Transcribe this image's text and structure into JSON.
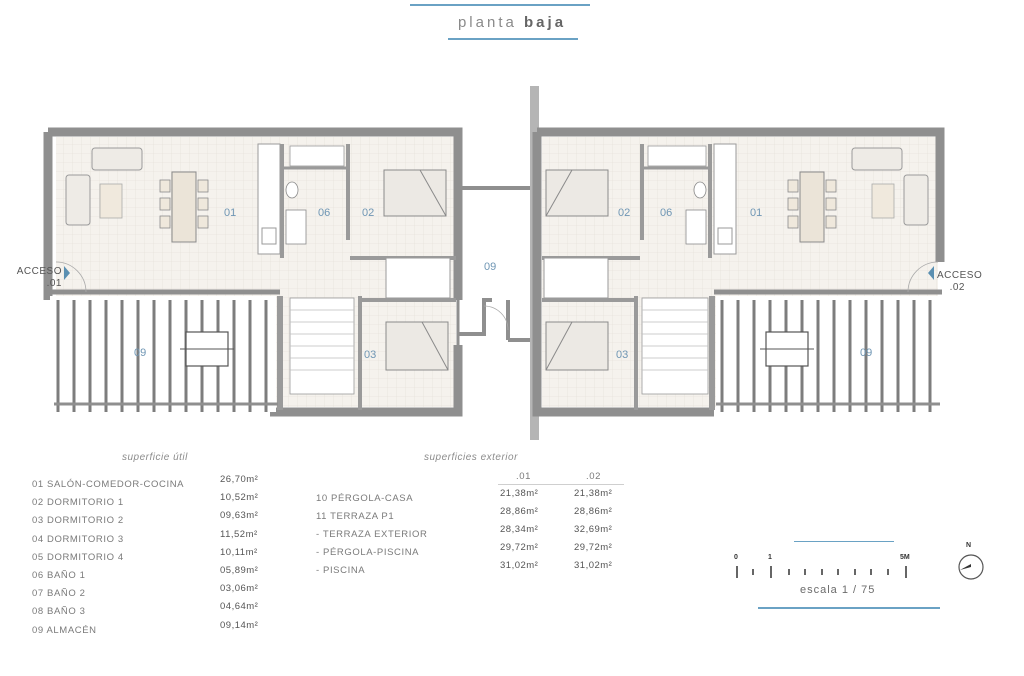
{
  "header": {
    "title_prefix": "planta",
    "title_bold": "baja"
  },
  "plan": {
    "rooms_left": [
      "01",
      "06",
      "02",
      "03",
      "09"
    ],
    "rooms_right": [
      "02",
      "06",
      "01",
      "03",
      "09"
    ],
    "center_room": "09",
    "access_left": {
      "label": "ACCESO",
      "number": ".01"
    },
    "access_right": {
      "label": "ACCESO",
      "number": ".02"
    }
  },
  "superficie_util": {
    "title": "superficie útil",
    "rows": [
      {
        "label": "01 SALÓN-COMEDOR-COCINA",
        "value": "26,70m²"
      },
      {
        "label": "02 DORMITORIO 1",
        "value": "10,52m²"
      },
      {
        "label": "03 DORMITORIO 2",
        "value": "09,63m²"
      },
      {
        "label": "04 DORMITORIO 3",
        "value": "11,52m²"
      },
      {
        "label": "05 DORMITORIO 4",
        "value": "10,11m²"
      },
      {
        "label": "06 BAÑO 1",
        "value": "05,89m²"
      },
      {
        "label": "07 BAÑO 2",
        "value": "03,06m²"
      },
      {
        "label": "08 BAÑO 3",
        "value": "04,64m²"
      },
      {
        "label": "09 ALMACÉN",
        "value": "09,14m²"
      }
    ]
  },
  "superficies_exterior": {
    "title": "superficies exterior",
    "col1": ".01",
    "col2": ".02",
    "rows": [
      {
        "label": "10  PÉRGOLA-CASA",
        "v1": "21,38m²",
        "v2": "21,38m²"
      },
      {
        "label": "11  TERRAZA  P1",
        "v1": "28,86m²",
        "v2": "28,86m²"
      },
      {
        "label": "-   TERRAZA EXTERIOR",
        "v1": "28,34m²",
        "v2": "32,69m²"
      },
      {
        "label": "-   PÉRGOLA-PISCINA",
        "v1": "29,72m²",
        "v2": "29,72m²"
      },
      {
        "label": "-   PISCINA",
        "v1": "31,02m²",
        "v2": "31,02m²"
      }
    ]
  },
  "scale": {
    "tick_0": "0",
    "tick_1": "1",
    "tick_5": "5M",
    "label": "escala 1 / 75",
    "north": "N"
  },
  "colors": {
    "accent": "#6aa2c4",
    "wall": "#8f8f8f",
    "floor": "#f4f1ec",
    "room_label": "#6f96b4"
  }
}
